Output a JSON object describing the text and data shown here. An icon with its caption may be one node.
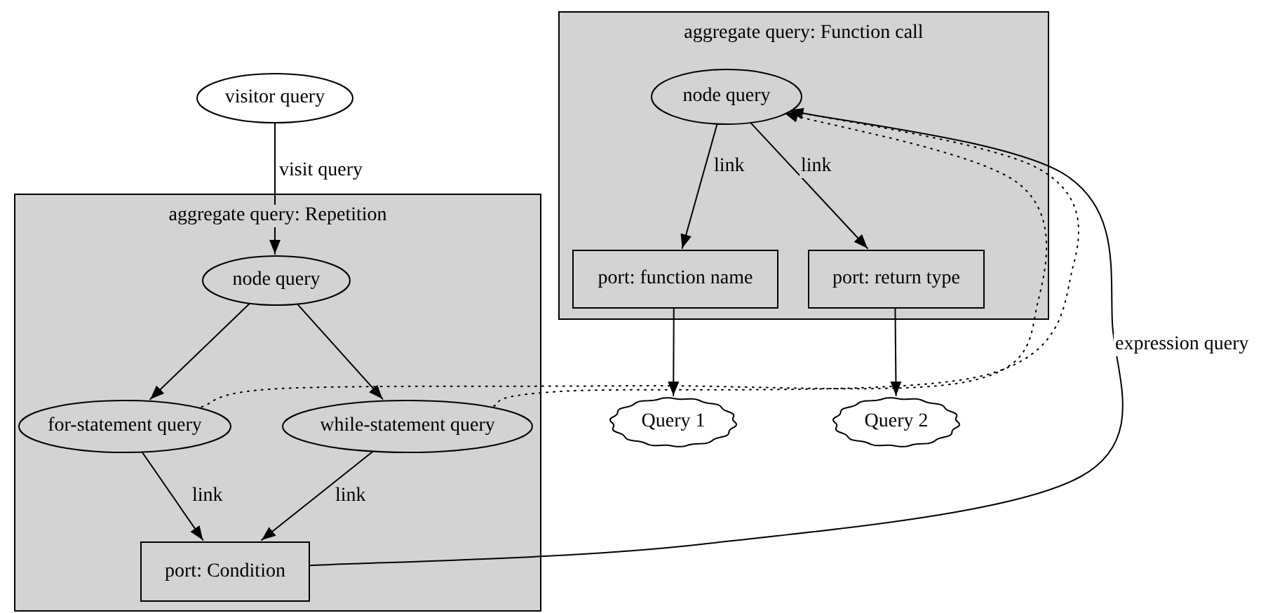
{
  "diagram": {
    "nodes": [
      {
        "text": [
          "visitor query"
        ]
      },
      {
        "text": [
          "aggregate query: Repetition"
        ]
      },
      {
        "text": [
          "node query"
        ],
        "in": 1
      },
      {
        "text": [
          "for-statement query"
        ],
        "in": 1
      },
      {
        "text": [
          "while-statement query"
        ],
        "in": 1
      },
      {
        "text": [
          "port: Condition"
        ],
        "in": 1
      },
      {
        "text": [
          "aggregate query: Function call"
        ]
      },
      {
        "text": [
          "node query"
        ],
        "in": 6
      },
      {
        "text": [
          "port: function name"
        ],
        "in": 6
      },
      {
        "text": [
          "port: return type"
        ],
        "in": 6
      },
      {
        "text": [
          "Query 1"
        ]
      },
      {
        "text": [
          "Query 2"
        ]
      }
    ],
    "edges": [
      {
        "from": 0,
        "to": 2,
        "arrow": "to",
        "label": "visit query"
      },
      {
        "from": 2,
        "to": 3,
        "arrow": "to"
      },
      {
        "from": 2,
        "to": 4,
        "arrow": "to"
      },
      {
        "from": 3,
        "to": 5,
        "arrow": "to",
        "label": "link"
      },
      {
        "from": 4,
        "to": 5,
        "arrow": "to",
        "label": "link"
      },
      {
        "from": 7,
        "to": 8,
        "arrow": "to",
        "label": "link"
      },
      {
        "from": 7,
        "to": 9,
        "arrow": "to",
        "label": "link"
      },
      {
        "from": 8,
        "to": 10,
        "arrow": "to"
      },
      {
        "from": 9,
        "to": 11,
        "arrow": "to"
      },
      {
        "from": 3,
        "to": 7,
        "arrow": "to",
        "style": "dashed"
      },
      {
        "from": 4,
        "to": 7,
        "arrow": "to",
        "style": "dashed"
      },
      {
        "from": 5,
        "to": 7,
        "arrow": "to",
        "label": "expression query"
      }
    ]
  }
}
